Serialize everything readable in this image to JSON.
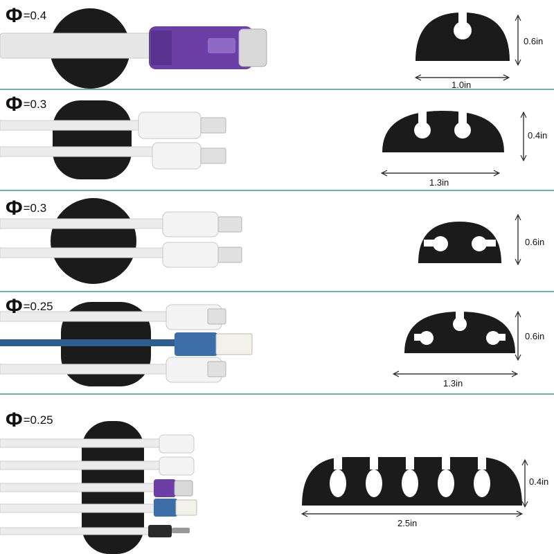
{
  "phi_symbol": "Φ",
  "colors": {
    "divider": "#6fb1b3",
    "clip": "#1b1b1b",
    "cable": "#e8e8e8",
    "purple_plug": "#6b3fa6",
    "blue_plug": "#3d6ea8"
  },
  "rows": [
    {
      "diameter": "=0.4",
      "height_label": "0.6in",
      "width_label": "1.0in"
    },
    {
      "diameter": "=0.3",
      "height_label": "0.4in",
      "width_label": "1.3in"
    },
    {
      "diameter": "=0.3",
      "height_label": "0.6in",
      "width_label": ""
    },
    {
      "diameter": "=0.25",
      "height_label": "0.6in",
      "width_label": "1.3in"
    },
    {
      "diameter": "=0.25",
      "height_label": "0.4in",
      "width_label": "2.5in"
    }
  ]
}
